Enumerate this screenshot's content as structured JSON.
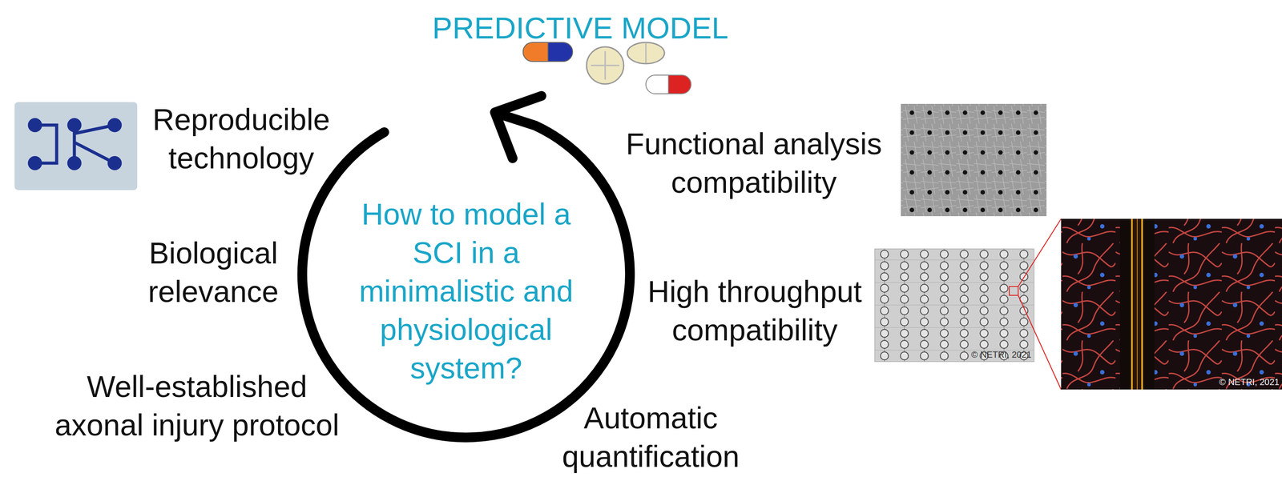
{
  "diagram": {
    "title": "PREDICTIVE MODEL",
    "nodes": [
      {
        "text": [
          "How to model a SCI in a minimalistic and physiological system?"
        ]
      }
    ],
    "labels": [
      "Reproducible technology",
      "Functional analysis compatibility",
      "Biological relevance",
      "High throughput compatibility",
      "Well-established axonal injury protocol",
      "Automatic quantification",
      "© NETRI, 2021",
      "© NETRI, 2021"
    ]
  }
}
